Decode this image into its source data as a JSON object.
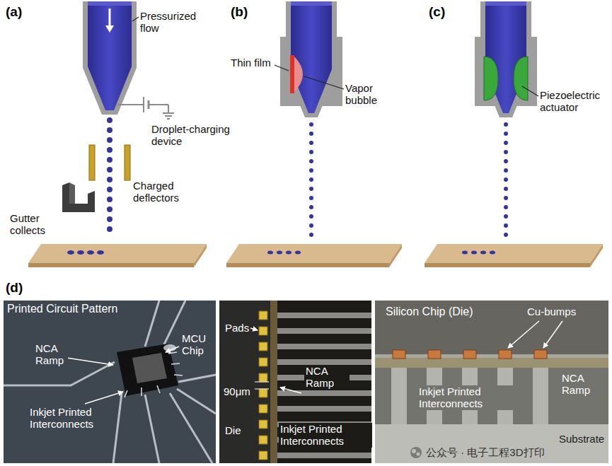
{
  "diagram": {
    "labels": [
      "(a)",
      "Pressurized flow",
      "(b)",
      "(c)",
      "Droplet-charging device",
      "Charged deflectors",
      "Gutter collects",
      "Thin film",
      "Vapor bubble",
      "Piezoelectric actuator",
      "(d)",
      "Printed Circuit Pattern",
      "NCA Ramp",
      "MCU Chip",
      "Inkjet Printed Interconnects",
      "Pads",
      "90μm",
      "Die",
      "NCA Ramp",
      "Inkjet Printed Interconnects",
      "Silicon Chip (Die)",
      "Cu-bumps",
      "NCA Ramp",
      "Inkjet Printed Interconnects",
      "Substrate",
      "公众号 · 电子工程3D打印"
    ]
  }
}
